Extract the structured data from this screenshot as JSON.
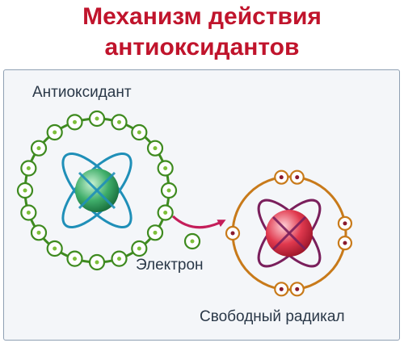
{
  "title": {
    "line1": "Механизм действия",
    "line2": "антиоксидантов"
  },
  "labels": {
    "antioxidant": "Антиоксидант",
    "electron": "Электрон",
    "free_radical": "Свободный радикал"
  },
  "antioxidant_atom": {
    "electron_count": 20,
    "nucleus_color": "#3fae6a",
    "orbit_color": "#1f8fb8",
    "ring_color": "#3e8a1f",
    "electron_dot_color": "#7dbf3a"
  },
  "free_radical_atom": {
    "electron_count": 7,
    "nucleus_color": "#e0394e",
    "orbit_color": "#7a1f5c",
    "ring_color": "#c87a1a",
    "electron_dot_color": "#8a1a2e"
  },
  "arrow_color": "#c41e5a"
}
